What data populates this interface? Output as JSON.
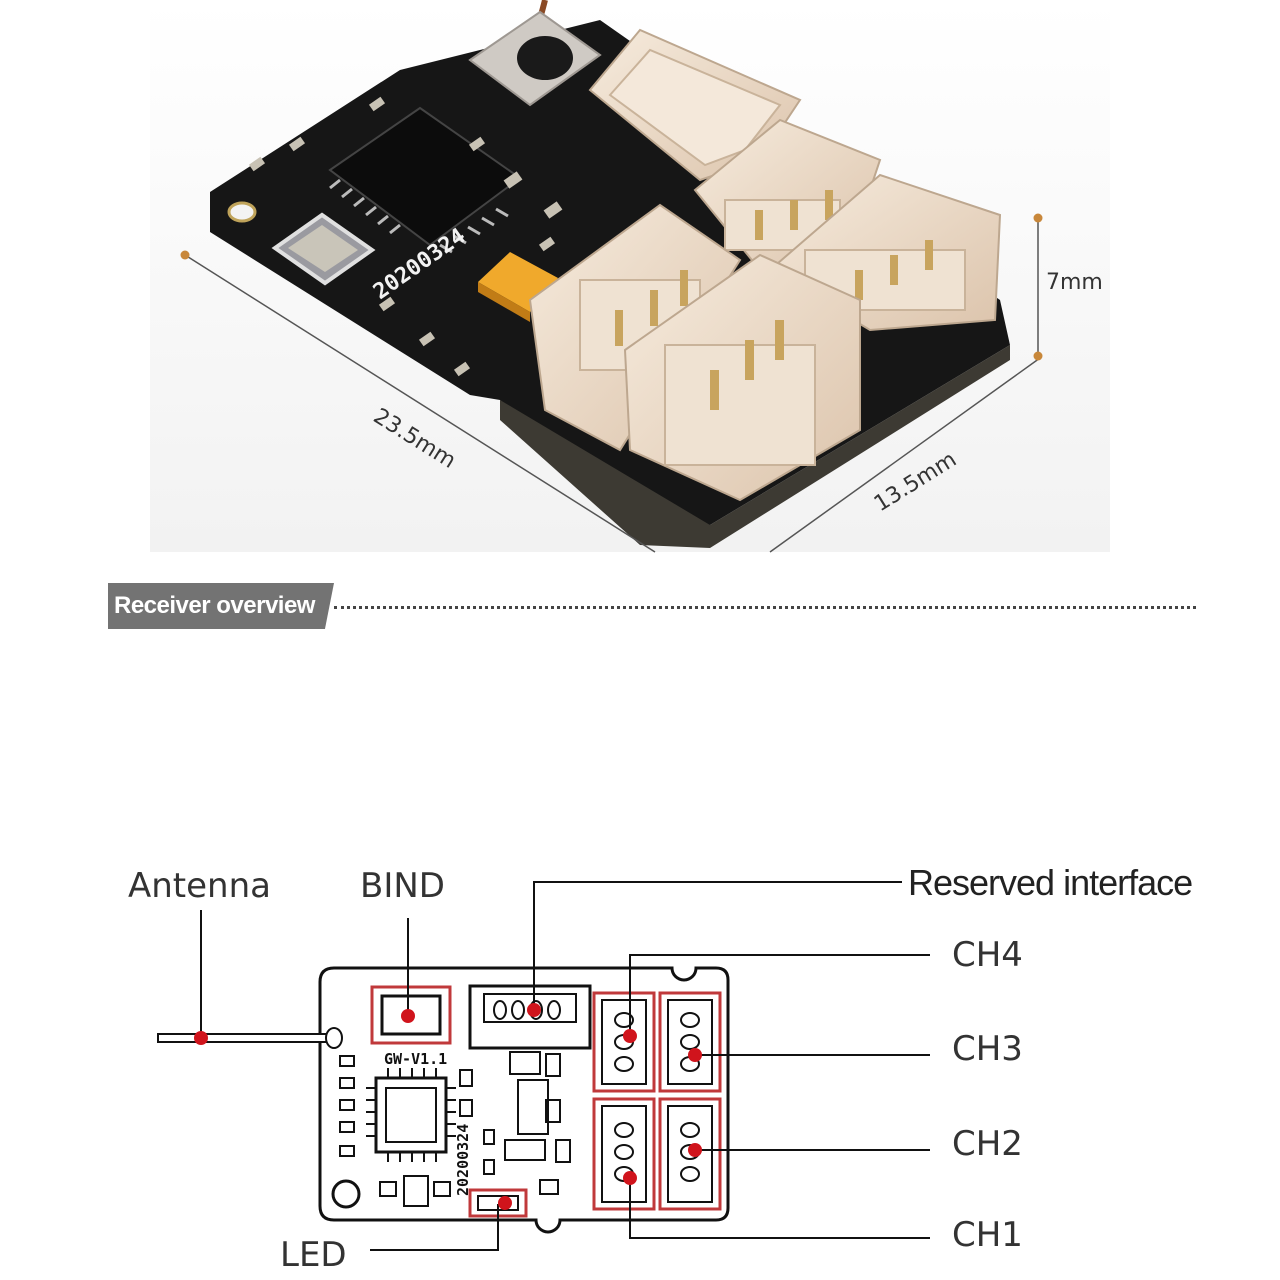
{
  "photo": {
    "dimensions": {
      "length_label": "23.5mm",
      "width_label": "13.5mm",
      "height_label": "7mm"
    },
    "board_marking": "20200324"
  },
  "section": {
    "title": "Receiver overview"
  },
  "diagram": {
    "labels": {
      "antenna": "Antenna",
      "bind": "BIND",
      "reserved": "Reserved interface",
      "ch4": "CH4",
      "ch3": "CH3",
      "ch2": "CH2",
      "ch1": "CH1",
      "led": "LED"
    },
    "silkscreen": {
      "model": "GW-V1.1",
      "date": "20200324"
    }
  },
  "colors": {
    "pcb": "#141414",
    "connector": "#eedccb",
    "marker": "#d0141c",
    "highlight_box": "#c0393b",
    "dimension_dot": "#c8873a",
    "section_tag": "#737373"
  }
}
